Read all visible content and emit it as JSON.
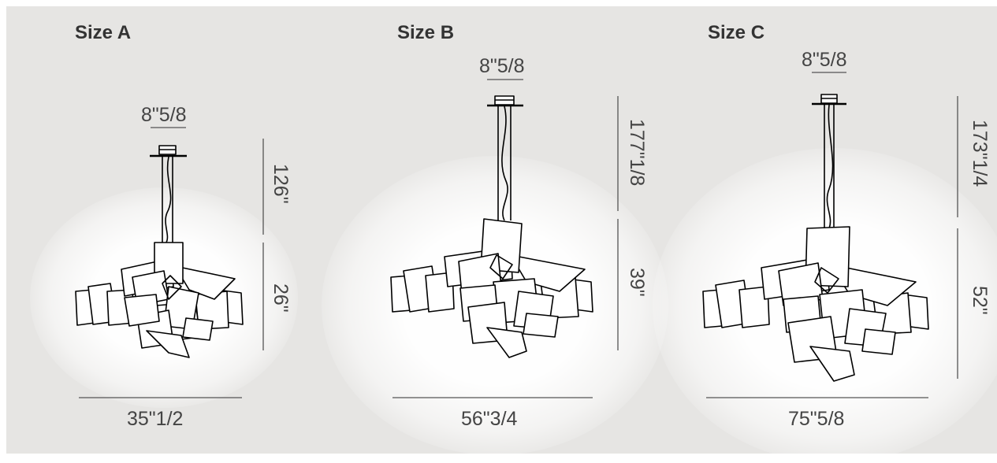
{
  "figures": [
    {
      "title": "Size A",
      "canopy_width": "8\"5/8",
      "drop": "126\"",
      "fixture_height": "26\"",
      "diameter": "35\"1/2"
    },
    {
      "title": "Size B",
      "canopy_width": "8\"5/8",
      "drop": "177\"1/8",
      "fixture_height": "39\"",
      "diameter": "56\"3/4"
    },
    {
      "title": "Size C",
      "canopy_width": "8\"5/8",
      "drop": "173\"1/4",
      "fixture_height": "52\"",
      "diameter": "75\"5/8"
    }
  ],
  "colors": {
    "background": "#e6e5e3",
    "line": "#555555",
    "outline": "#000000"
  }
}
